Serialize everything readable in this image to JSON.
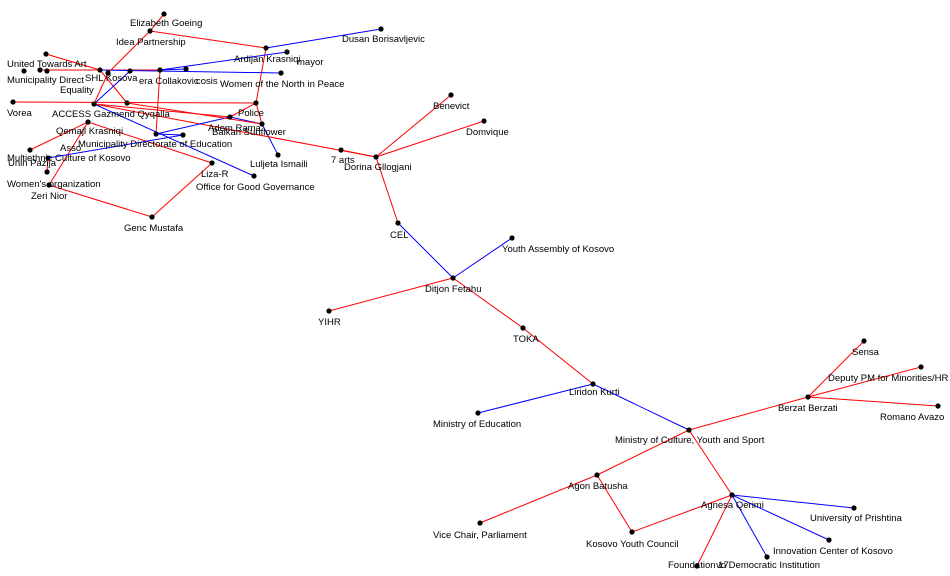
{
  "colors": {
    "red": "#ff0000",
    "blue": "#0000ff",
    "node": "#000000",
    "text": "#000000"
  },
  "nodes": [
    {
      "id": "elizabeth_goeing",
      "label": "Elizabeth Goeing"
    },
    {
      "id": "idea_partnership",
      "label": "Idea Partnership"
    },
    {
      "id": "dusan_borisavljevic",
      "label": "Dusan Borisavljevic"
    },
    {
      "id": "ardijan_krasniqi",
      "label": "Ardijan Krasniqi"
    },
    {
      "id": "mayor",
      "label": "mayor"
    },
    {
      "id": "united_towards_art",
      "label": "United Towards Art"
    },
    {
      "id": "municipality_direct",
      "label": "Municipality Direct"
    },
    {
      "id": "shl_kosova",
      "label": "SHL Kosova"
    },
    {
      "id": "era_collakovic",
      "label": "era Collakovic"
    },
    {
      "id": "cosis",
      "label": "cosis"
    },
    {
      "id": "women_north_peace",
      "label": "Women of the North in Peace"
    },
    {
      "id": "equality",
      "label": "Equality"
    },
    {
      "id": "vorea",
      "label": "Vorea"
    },
    {
      "id": "access_gazmend",
      "label": "ACCESS Gazmend Qyqalla"
    },
    {
      "id": "police",
      "label": "Police"
    },
    {
      "id": "qemajl_krasniqi",
      "label": "Qemajl Krasniqi"
    },
    {
      "id": "adem_rama",
      "label": "Adem Rama"
    },
    {
      "id": "balkan_sunflower",
      "label": "Balkan Sunflower"
    },
    {
      "id": "assoc",
      "label": "Asso"
    },
    {
      "id": "municipality_edu",
      "label": "Municipality Directorate of Education"
    },
    {
      "id": "unin_pazija",
      "label": "Unin Pazija"
    },
    {
      "id": "multiethnic_culture",
      "label": "Multiethnic Culture of Kosovo"
    },
    {
      "id": "luljeta_ismaili",
      "label": "Luljeta Ismaili"
    },
    {
      "id": "7arts",
      "label": "7 arts"
    },
    {
      "id": "liza_r",
      "label": "Liza-R"
    },
    {
      "id": "womens_org",
      "label": "Women's organization"
    },
    {
      "id": "office_good_gov",
      "label": "Office for Good Governance"
    },
    {
      "id": "zeri_nior",
      "label": "Zeri Nior"
    },
    {
      "id": "genc_mustafa",
      "label": "Genc Mustafa"
    },
    {
      "id": "benevict",
      "label": "Benevict"
    },
    {
      "id": "domvique",
      "label": "Domvique"
    },
    {
      "id": "dorina_gllogjani",
      "label": "Dorina Gllogjani"
    },
    {
      "id": "cel",
      "label": "CEL"
    },
    {
      "id": "youth_assembly",
      "label": "Youth Assembly of Kosovo"
    },
    {
      "id": "ditjon_fetahu",
      "label": "Ditjon Fetahu"
    },
    {
      "id": "yihr",
      "label": "YIHR"
    },
    {
      "id": "toka",
      "label": "TOKA"
    },
    {
      "id": "sensa",
      "label": "Sensa"
    },
    {
      "id": "deputy_pm",
      "label": "Deputy PM for Minorities/HR"
    },
    {
      "id": "liridon_kurti",
      "label": "Liridon Kurti"
    },
    {
      "id": "berzat_berzati",
      "label": "Berzat Berzati"
    },
    {
      "id": "romano_avazo",
      "label": "Romano Avazo"
    },
    {
      "id": "ministry_education",
      "label": "Ministry of Education"
    },
    {
      "id": "ministry_culture",
      "label": "Ministry of Culture, Youth and Sport"
    },
    {
      "id": "agon_batusha",
      "label": "Agon Batusha"
    },
    {
      "id": "agnesa_qerimi",
      "label": "Agnesa Qerimi"
    },
    {
      "id": "university_prishtina",
      "label": "University of Prishtina"
    },
    {
      "id": "vice_chair",
      "label": "Vice Chair, Parliament"
    },
    {
      "id": "kosovo_youth_council",
      "label": "Kosovo Youth Council"
    },
    {
      "id": "innovation_center",
      "label": "Innovation Center of Kosovo"
    },
    {
      "id": "foundation_17",
      "label": "Foundation 17"
    },
    {
      "id": "democratic_institution",
      "label": "vo Democratic Institution"
    }
  ]
}
